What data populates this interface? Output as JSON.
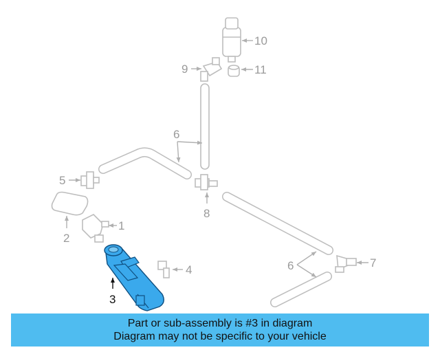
{
  "callouts": {
    "p1": "1",
    "p2": "2",
    "p3": "3",
    "p4": "4",
    "p5": "5",
    "p6a": "6",
    "p6b": "6",
    "p7": "7",
    "p8": "8",
    "p9": "9",
    "p10": "10",
    "p11": "11"
  },
  "highlight": {
    "part": "3",
    "color": "#3aa9ec"
  },
  "banner": {
    "line1": "Part or sub-assembly is #3 in diagram",
    "line2": "Diagram may not be specific to your vehicle",
    "color": "#4fbcf0"
  }
}
